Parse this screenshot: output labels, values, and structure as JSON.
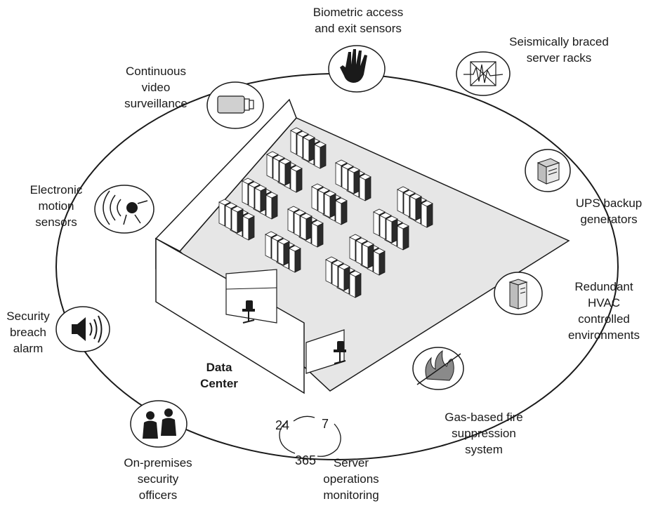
{
  "center_label": [
    "Data",
    "Center"
  ],
  "features": {
    "biometric": [
      "Biometric access",
      "and exit sensors"
    ],
    "seismic": [
      "Seismically braced",
      "server racks"
    ],
    "ups": [
      "UPS backup",
      "generators"
    ],
    "hvac": [
      "Redundant",
      "HVAC",
      "controlled",
      "environments"
    ],
    "fire": [
      "Gas-based fire",
      "suppression",
      "system"
    ],
    "monitoring": [
      "Server",
      "operations",
      "monitoring"
    ],
    "officers": [
      "On-premises",
      "security",
      "officers"
    ],
    "alarm": [
      "Security",
      "breach",
      "alarm"
    ],
    "motion": [
      "Electronic",
      "motion",
      "sensors"
    ],
    "video": [
      "Continuous",
      "video",
      "surveillance"
    ]
  },
  "monitoring_numbers": {
    "hours": "24",
    "days": "7",
    "year": "365"
  },
  "icons": [
    "hand-icon",
    "seismograph-icon",
    "server-icon",
    "tower-server-icon",
    "no-fire-icon",
    "clock-cycle-icon",
    "security-officers-icon",
    "speaker-alarm-icon",
    "motion-sensor-icon",
    "camera-icon"
  ],
  "colors": {
    "line": "#1a1a1a",
    "floor": "#e6e6e6",
    "rack_dark": "#2b2b2b",
    "rack_light": "#ffffff"
  }
}
